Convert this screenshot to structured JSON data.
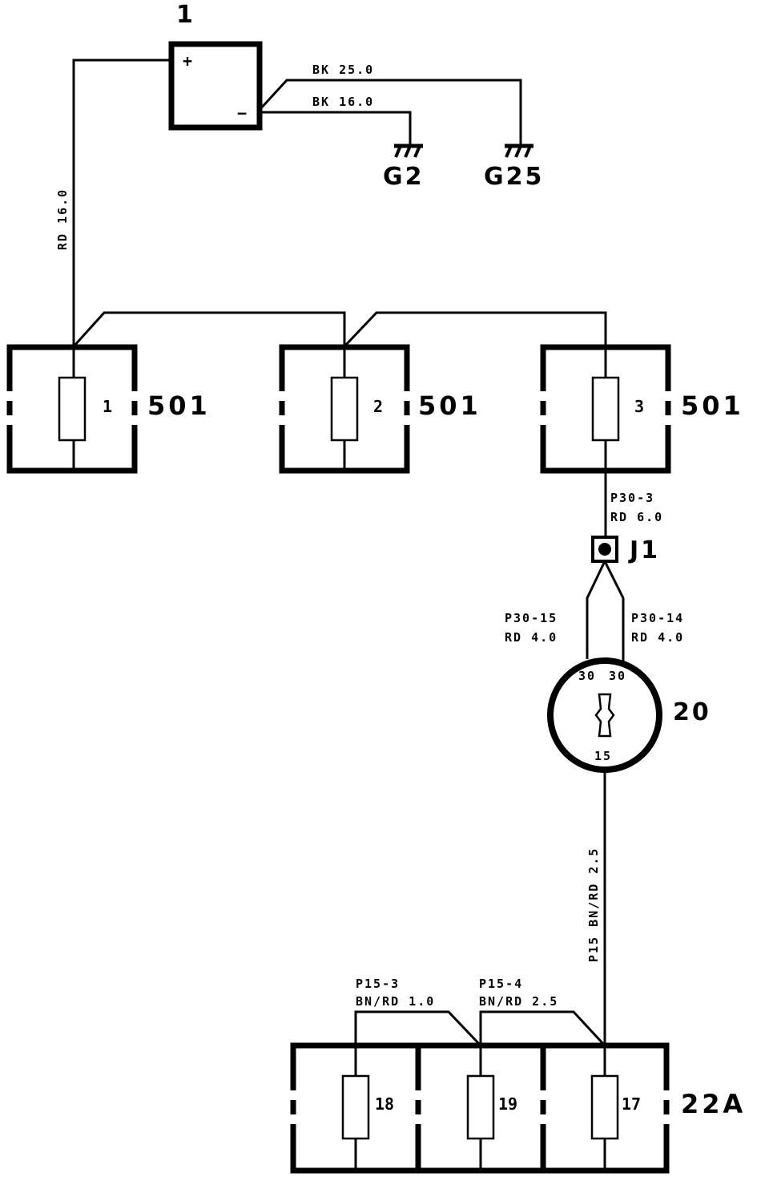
{
  "battery": {
    "id": "1",
    "plus": "+",
    "minus": "−"
  },
  "wires": {
    "bat_pos": "RD 16.0",
    "bat_neg_a": "BK 25.0",
    "bat_neg_b": "BK 16.0",
    "j1_in_id": "P30-3",
    "j1_in_spec": "RD 6.0",
    "j1_left_id": "P30-15",
    "j1_left_spec": "RD 4.0",
    "j1_right_id": "P30-14",
    "j1_right_spec": "RD 4.0",
    "switch_out": "P15 BN/RD 2.5",
    "p15_3_id": "P15-3",
    "p15_3_spec": "BN/RD 1.0",
    "p15_4_id": "P15-4",
    "p15_4_spec": "BN/RD 2.5"
  },
  "grounds": {
    "g2": "G2",
    "g25": "G25"
  },
  "fuses_501": [
    {
      "num": "1",
      "block": "501"
    },
    {
      "num": "2",
      "block": "501"
    },
    {
      "num": "3",
      "block": "501"
    }
  ],
  "junction": {
    "label": "J1"
  },
  "ignition_switch": {
    "id": "20",
    "term_a": "30",
    "term_b": "30",
    "term_out": "15"
  },
  "fuse_box_22a": {
    "label": "22A",
    "fuses": [
      "18",
      "19",
      "17"
    ]
  }
}
